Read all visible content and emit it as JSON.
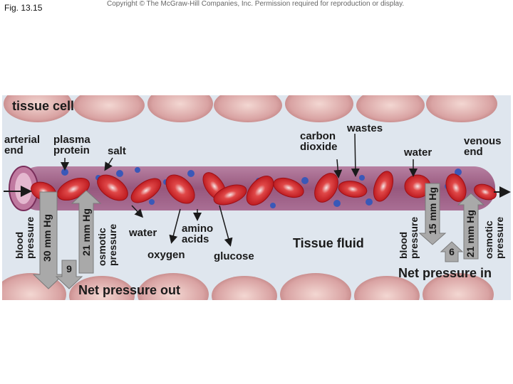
{
  "figure": {
    "label": "Fig. 13.15",
    "copyright": "Copyright © The McGraw-Hill Companies, Inc. Permission required for reproduction or display."
  },
  "diagram": {
    "tissue_cell": "tissue cell",
    "arterial_end": [
      "arterial",
      "end"
    ],
    "plasma_protein": [
      "plasma",
      "protein"
    ],
    "salt": "salt",
    "carbon_dioxide": [
      "carbon",
      "dioxide"
    ],
    "wastes": "wastes",
    "water_right": "water",
    "venous_end": [
      "venous",
      "end"
    ],
    "water_left": "water",
    "amino_acids": [
      "amino",
      "acids"
    ],
    "oxygen": "oxygen",
    "glucose": "glucose",
    "tissue_fluid": "Tissue fluid",
    "arterial_blood_pressure": [
      "blood",
      "pressure"
    ],
    "arterial_bp_value": "30 mm Hg",
    "arterial_osmotic_value": "21 mm Hg",
    "arterial_osmotic_pressure": [
      "osmotic",
      "pressure"
    ],
    "net_out_value": "9",
    "net_out_label": "Net pressure out",
    "venous_blood_pressure": [
      "blood",
      "pressure"
    ],
    "venous_bp_value": "15 mm Hg",
    "venous_osmotic_value": "21 mm Hg",
    "venous_osmotic_pressure": [
      "osmotic",
      "pressure"
    ],
    "net_in_value": "6",
    "net_in_label": "Net pressure in",
    "colors": {
      "vessel": "#8a3f6a",
      "rbc": "#d8282a",
      "protein": "#3a58b8",
      "tissue_cell": "#d9a3a3",
      "arrow_gray": "#a9a9a9",
      "background": "#dfe6ee"
    }
  }
}
